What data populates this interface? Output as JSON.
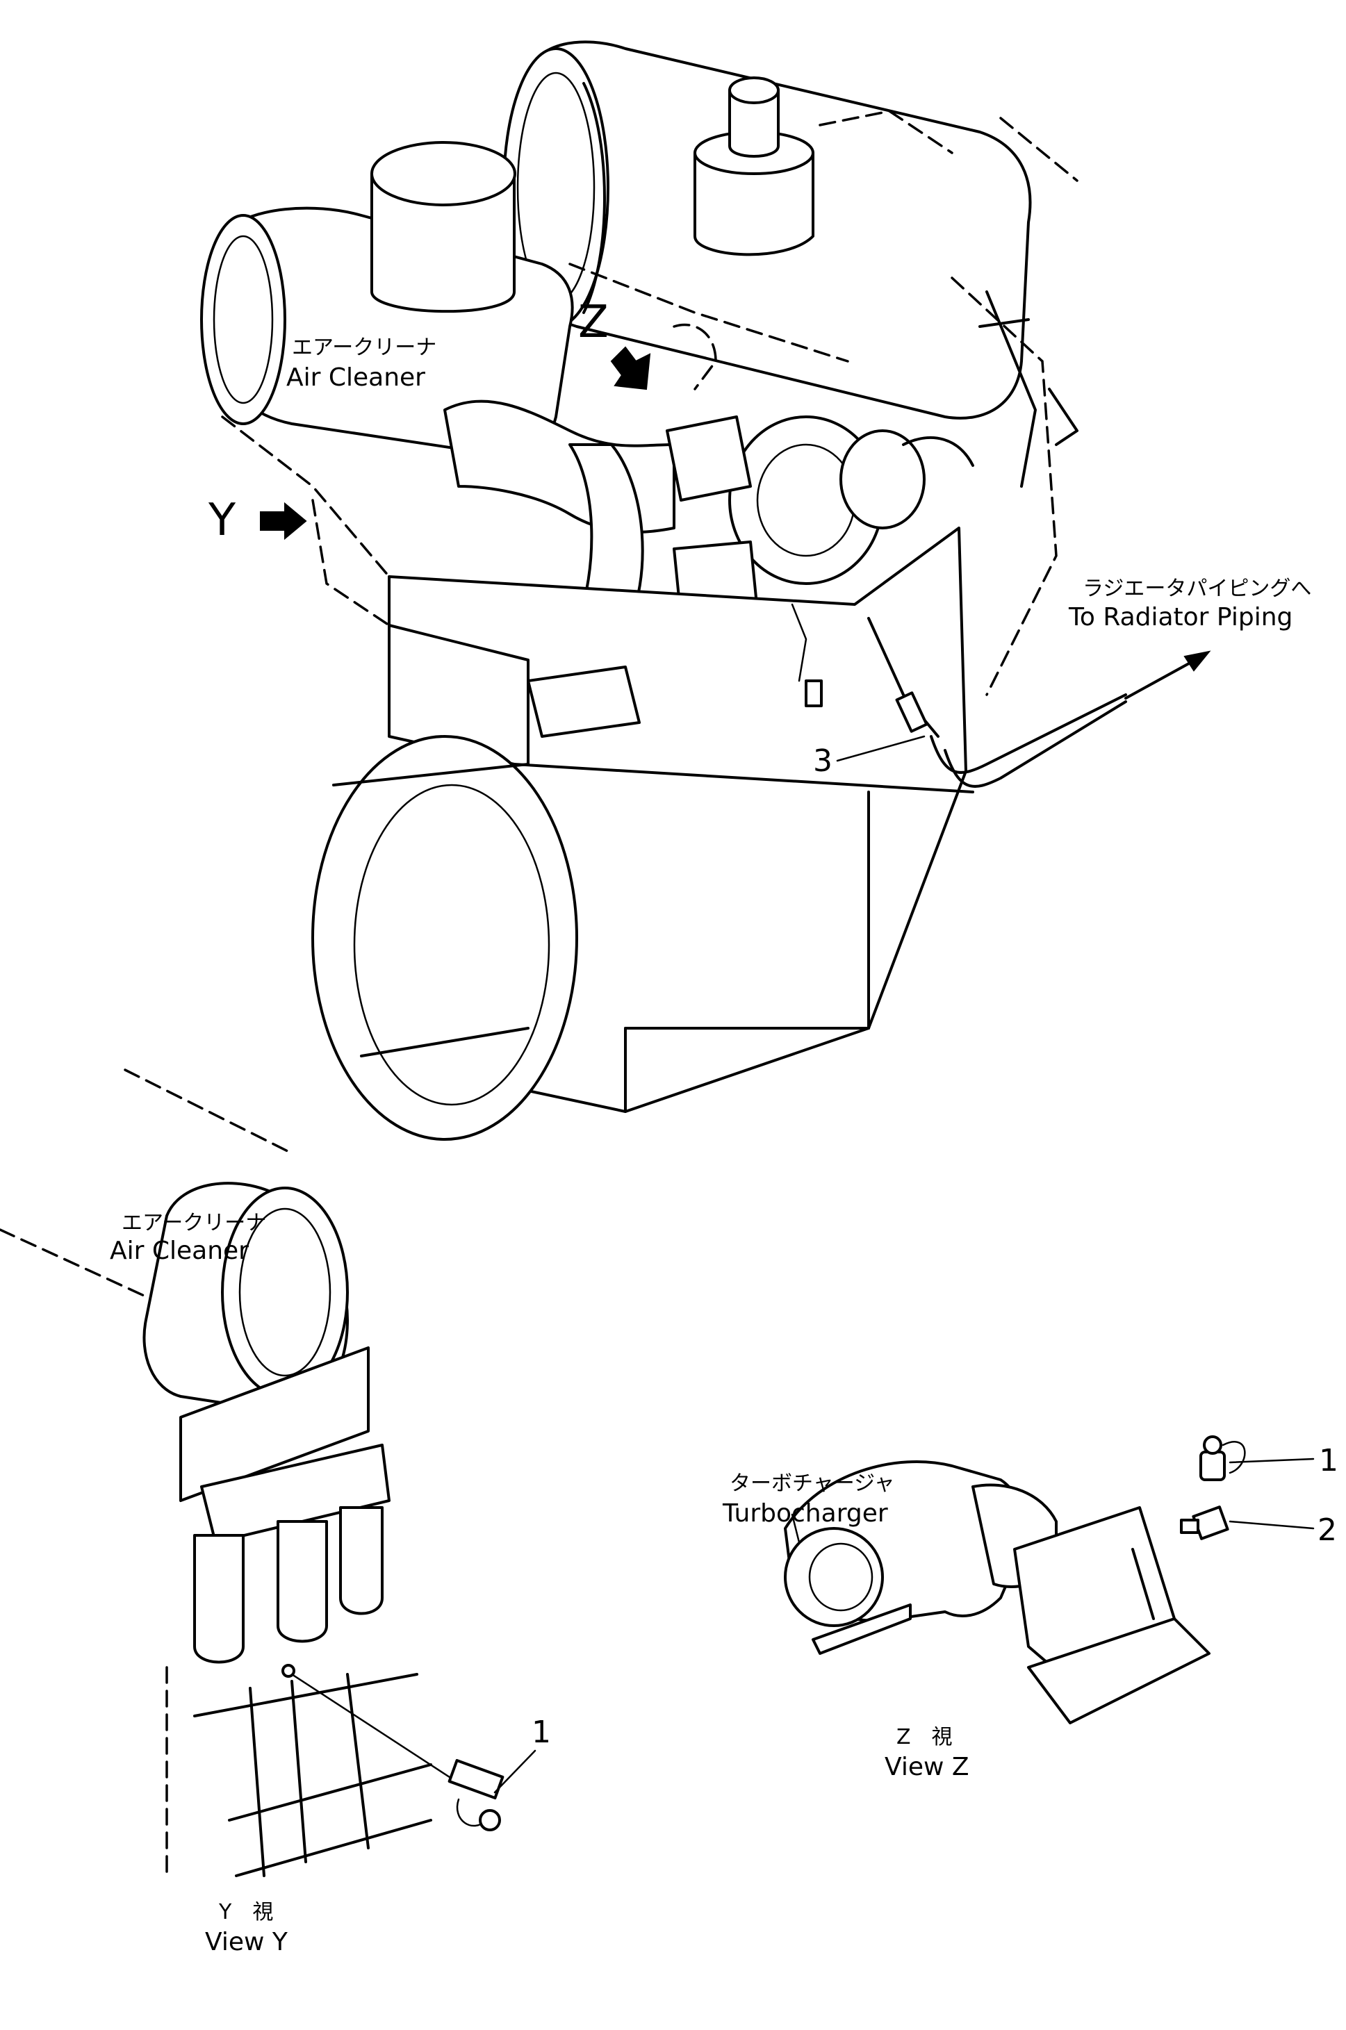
{
  "labels": {
    "air_cleaner_top_jp": "エアークリーナ",
    "air_cleaner_top_en": "Air  Cleaner",
    "view_marker_z": "Z",
    "view_marker_y": "Y",
    "radiator_jp": "ラジエータパイピングへ",
    "radiator_en": "To  Radiator  Piping",
    "callout_3": "3",
    "air_cleaner_y_jp": "エアークリーナ",
    "air_cleaner_y_en": "Air  Cleaner",
    "turbo_jp": "ターボチャージャ",
    "turbo_en": "Turbocharger",
    "callout_1_z": "1",
    "callout_2_z": "2",
    "callout_1_y": "1",
    "view_z_jp": "Z　視",
    "view_z_en": "View  Z",
    "view_y_jp": "Y　視",
    "view_y_en": "View  Y"
  }
}
